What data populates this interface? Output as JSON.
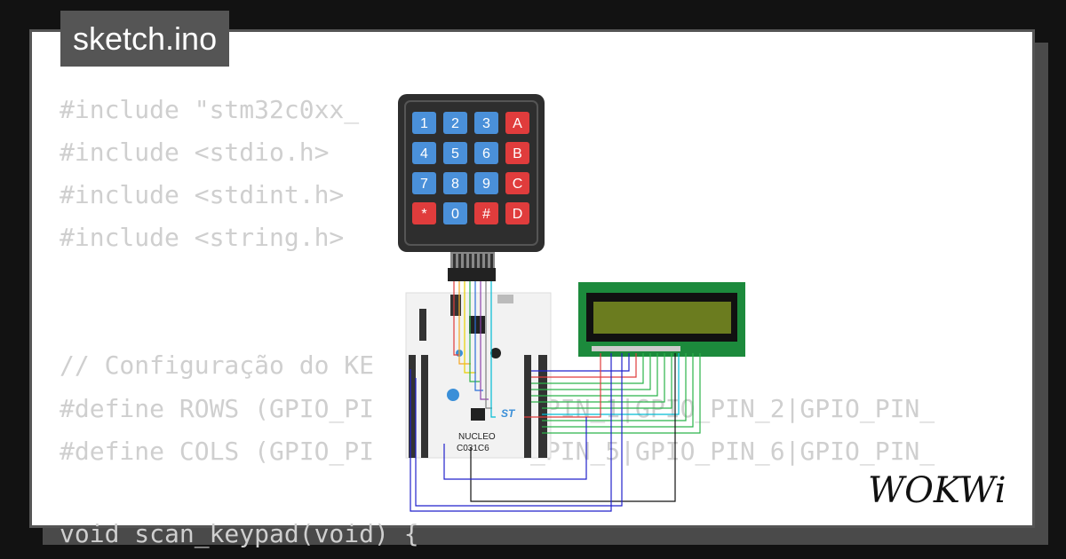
{
  "file_tab": {
    "label": "sketch.ino"
  },
  "code_lines": [
    "#include \"stm32c0xx_",
    "#include <stdio.h>",
    "#include <stdint.h>",
    "#include <string.h>",
    "",
    "",
    "// Configuração do KE",
    "#define ROWS (GPIO_PI",
    "#define COLS (GPIO_PI",
    "",
    "void scan_keypad(void) {"
  ],
  "code_line_tails": {
    "rows": "_PIN_1|GPIO_PIN_2|GPIO_PIN_",
    "cols": "_PIN_5|GPIO_PIN_6|GPIO_PIN_"
  },
  "keypad": {
    "keys": [
      [
        "1",
        "2",
        "3",
        "A"
      ],
      [
        "4",
        "5",
        "6",
        "B"
      ],
      [
        "7",
        "8",
        "9",
        "C"
      ],
      [
        "*",
        "0",
        "#",
        "D"
      ]
    ],
    "colors": {
      "number": "#4a90d9",
      "letter": "#e03c3c",
      "body": "#2e2e2e"
    }
  },
  "board": {
    "label_top": "NUCLEO",
    "label_bottom": "C031C6",
    "brand": "ST"
  },
  "lcd": {
    "screen_color": "#6b7c1f",
    "pcb_color": "#1c8a3c"
  },
  "brand": {
    "logo_text": "WOKWi"
  }
}
